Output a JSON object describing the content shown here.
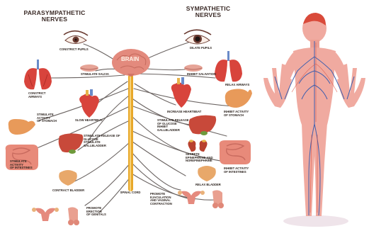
{
  "headers": {
    "parasympathetic": "PARASYMPATHETIC\nNERVES",
    "sympathetic": "SYMPATHETIC\nNERVES"
  },
  "center": {
    "brain": "BRAIN",
    "spinal_cord": "SPINAL CORD"
  },
  "parasympathetic_labels": {
    "constrict_pupils": "CONSTRICT PUPILS",
    "stimulate_saliva": "STIMULATE SALIVA",
    "constrict_airways": "CONSTRICT\nAIRWAYS",
    "slow_heartbeat": "SLOW HEARTBEAT",
    "stimulate_stomach": "STIMULATE\nACTIVITY\nOF STOMACH",
    "stimulate_gallbladder": "STIMULATE RELEASE OF\nGLUCOSE\nSTIMULATE\nGALLBLADDER",
    "stimulate_intestines": "STIMULATE\nACTIVITY\nOF INTESTINES",
    "contract_bladder": "CONTRACT BLADDER",
    "promote_erection": "PROMOTE\nERECTION\nOF GENITALS"
  },
  "sympathetic_labels": {
    "dilate_pupils": "DILATE PUPILS",
    "inhibit_salivation": "INHIBIT SALIVATION",
    "relax_airways": "RELAX AIRWAYS",
    "increase_heartbeat": "INCREASE HEARTBEAT",
    "inhibit_stomach": "INHIBIT ACTIVITY\nOF STOMACH",
    "stimulate_glucose": "STIMULATE RELEASE\nOF GLUCOSE\nINHIBIT\nGALLBLADDER",
    "secrete_epinephrine": "SECRETE\nEPINEPHRINE AND\nNOREPINEPHRINE",
    "inhibit_intestines": "INHIBIT ACTIVITY\nOF INTESTINES",
    "relax_bladder": "RELAX BLADDER",
    "promote_ejaculation": "PROMOTE\nEJACULATION\nAND VAGINAL\nCONTRACTION"
  },
  "colors": {
    "nerve_line": "#6b6462",
    "spinal_cord": "#e8a82a",
    "brain": "#e38a7d",
    "organ_red": "#d8443c",
    "organ_orange": "#e89a5a",
    "body_skin": "#f0aaa0",
    "nerve_blue": "#3f5fae",
    "text": "#2e2520"
  },
  "icons": [
    "eye-icon",
    "mouth-icon",
    "lungs-icon",
    "heart-icon",
    "stomach-icon",
    "liver-icon",
    "intestines-icon",
    "bladder-icon",
    "kidneys-icon",
    "uterus-icon",
    "genitals-icon",
    "human-body-figure"
  ]
}
